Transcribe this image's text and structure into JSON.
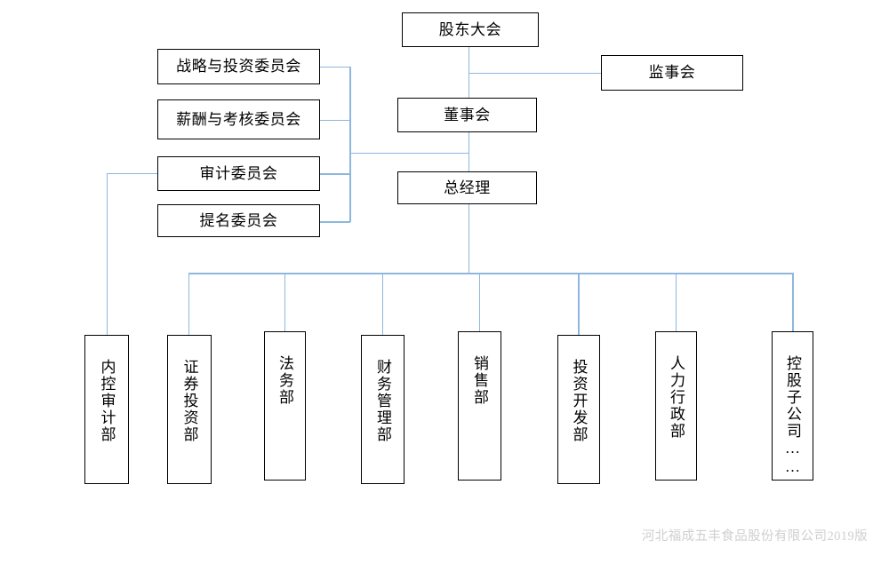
{
  "diagram": {
    "type": "org-chart",
    "title_text": "",
    "colors": {
      "box_border": "#000000",
      "connector": "#8eb7dd",
      "text": "#000000",
      "footer_text": "#cfcfcf",
      "background": "#ffffff"
    },
    "top_nodes": [
      {
        "id": "shareholders",
        "label": "股东大会",
        "orientation": "horizontal"
      },
      {
        "id": "supervisory",
        "label": "监事会",
        "orientation": "horizontal"
      },
      {
        "id": "board",
        "label": "董事会",
        "orientation": "horizontal"
      },
      {
        "id": "general_manager",
        "label": "总经理",
        "orientation": "horizontal"
      }
    ],
    "committees": [
      {
        "id": "strategy_investment",
        "label": "战略与投资委员会"
      },
      {
        "id": "remuneration_appraisal",
        "label": "薪酬与考核委员会"
      },
      {
        "id": "audit",
        "label": "审计委员会"
      },
      {
        "id": "nomination",
        "label": "提名委员会"
      }
    ],
    "departments": [
      {
        "id": "internal_control_audit",
        "label": "内控审计部"
      },
      {
        "id": "securities_investment",
        "label": "证券投资部"
      },
      {
        "id": "legal_affairs",
        "label": "法务部"
      },
      {
        "id": "financial_management",
        "label": "财务管理部"
      },
      {
        "id": "sales",
        "label": "销售部"
      },
      {
        "id": "investment_development",
        "label": "投资开发部"
      },
      {
        "id": "human_resources_admin",
        "label": "人力行政部"
      },
      {
        "id": "holding_subsidiaries",
        "label": "控股子公司……"
      }
    ]
  },
  "footer": {
    "text": "河北福成五丰食品股份有限公司2019版"
  }
}
